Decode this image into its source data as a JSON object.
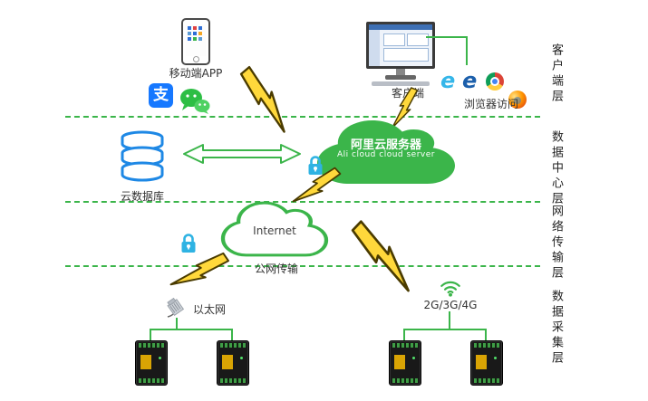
{
  "diagram": {
    "layers": [
      {
        "label": "客户端层"
      },
      {
        "label": "数据中心层"
      },
      {
        "label": "网络传输层"
      },
      {
        "label": "数据采集层"
      }
    ],
    "client": {
      "mobile_app": "移动端APP",
      "client_pc": "客户端",
      "browser_access": "浏览器访问"
    },
    "datacenter": {
      "cloud_db": "云数据库",
      "ali_cloud_cn": "阿里云服务器",
      "ali_cloud_en": "Ali cloud  cloud server"
    },
    "network": {
      "internet": "Internet",
      "public_transmission": "公网传输"
    },
    "acquisition": {
      "ethernet": "以太网",
      "cellular": "2G/3G/4G"
    },
    "icons": {
      "alipay_glyph": "支",
      "ie_glyph": "e",
      "edge_glyph": "e"
    },
    "colors": {
      "green": "#3bb54a",
      "bolt_yellow": "#ffd83b",
      "lock_blue": "#2fb3e3",
      "db_blue": "#1e88e5",
      "alipay_blue": "#1678ff",
      "wechat_green": "#2dbe44"
    }
  }
}
